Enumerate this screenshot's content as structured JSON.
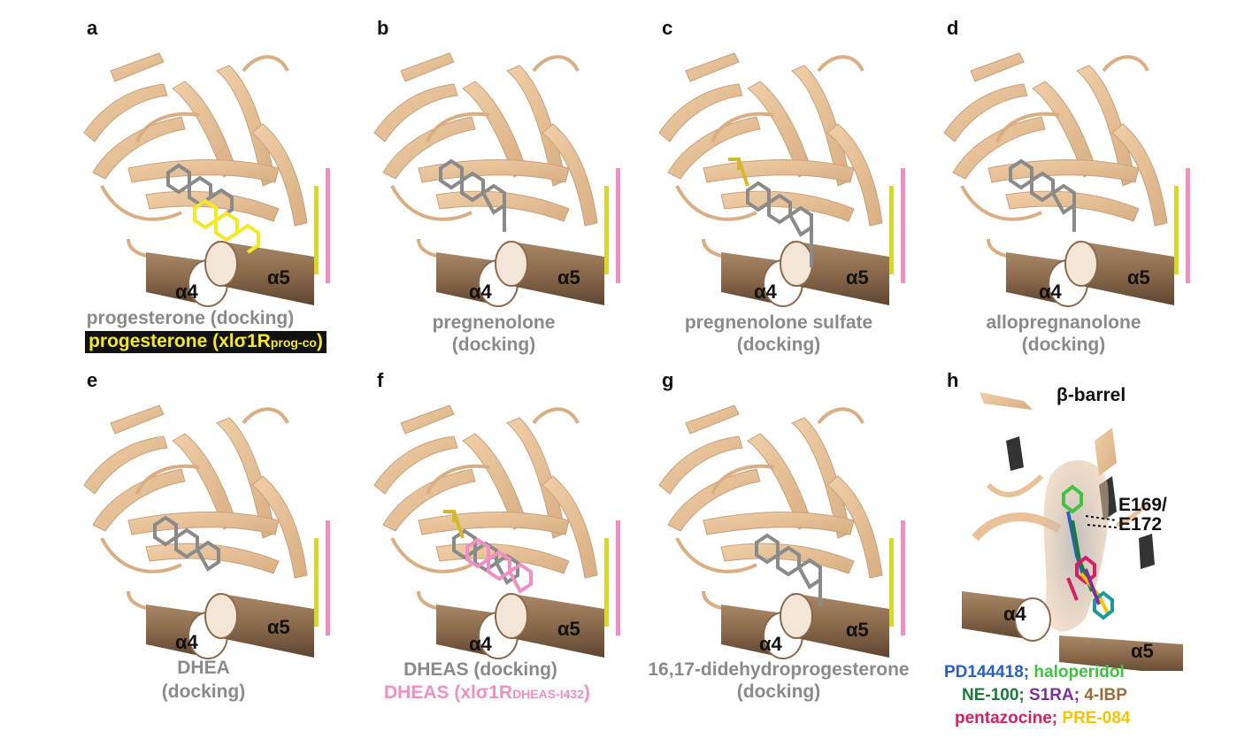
{
  "panels": {
    "a": {
      "letter": "a",
      "helix_a": "α4",
      "helix_b": "α5",
      "caption1": "progesterone (docking)",
      "caption2": "progesterone (xlσ1R",
      "caption2_sub": "prog-co",
      "caption2_end": ")"
    },
    "b": {
      "letter": "b",
      "helix_a": "α4",
      "helix_b": "α5",
      "caption1": "pregnenolone",
      "caption2": "(docking)"
    },
    "c": {
      "letter": "c",
      "helix_a": "α4",
      "helix_b": "α5",
      "caption1": "pregnenolone sulfate",
      "caption2": "(docking)"
    },
    "d": {
      "letter": "d",
      "helix_a": "α4",
      "helix_b": "α5",
      "caption1": "allopregnanolone",
      "caption2": "(docking)"
    },
    "e": {
      "letter": "e",
      "helix_a": "α4",
      "helix_b": "α5",
      "caption1": "DHEA",
      "caption2": "(docking)"
    },
    "f": {
      "letter": "f",
      "helix_a": "α4",
      "helix_b": "α5",
      "caption1": "DHEAS (docking)",
      "caption2": "DHEAS (xlσ1R",
      "caption2_sub": "DHEAS-I432",
      "caption2_end": ")"
    },
    "g": {
      "letter": "g",
      "helix_a": "α4",
      "helix_b": "α5",
      "caption1": "16,17-didehydroprogesterone",
      "caption2": "(docking)"
    },
    "h": {
      "letter": "h",
      "barrel": "β-barrel",
      "residue1": "E169/",
      "residue2": "E172",
      "helix_a": "α4",
      "helix_b": "α5"
    }
  },
  "legend": {
    "l1a": "PD144418;",
    "l1b": "haloperidol",
    "l2a": "NE-100;",
    "l2b": "S1RA;",
    "l2c": "4-IBP",
    "l3a": "pentazocine;",
    "l3b": "PRE-084"
  },
  "colors": {
    "protein": "#e9c29a",
    "helix": "#8b6a4c",
    "docking": "#8a8a8a",
    "prog_xl": "#f4e829",
    "dheas_xl": "#ef8fc3",
    "bar_yellow": "#d6d82a",
    "bar_pink": "#ef8fc3",
    "pd144418": "#2a5fbf",
    "haloperidol": "#3fc23f",
    "ne100": "#1a7a3a",
    "s1ra": "#7a2f9c",
    "ibp": "#9a6b3a",
    "pentazocine": "#d81e62",
    "pre084": "#f5c400"
  }
}
